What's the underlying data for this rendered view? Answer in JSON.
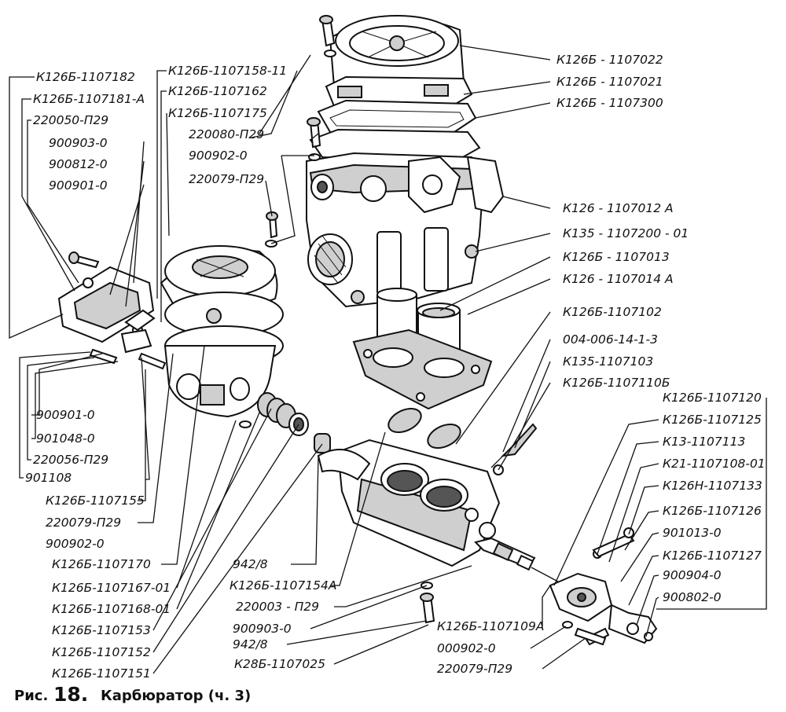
{
  "caption": {
    "prefix": "Рис.",
    "number": "18.",
    "title": "Карбюратор (ч. 3)"
  },
  "labels": [
    "К126Б-1107182",
    "К126Б-1107181-А",
    "220050-П29",
    "900903-0",
    "900812-0",
    "900901-0",
    "К126Б-1107158-11",
    "К126Б-1107162",
    "К126Б-1107175",
    "220080-П29",
    "900902-0",
    "220079-П29",
    "К126Б - 1107022",
    "К126Б - 1107021",
    "К126Б - 1107300",
    "К126 - 1107012 А",
    "К135 - 1107200 - 01",
    "К126Б - 1107013",
    "К126 - 1107014 А",
    "К126Б-1107102",
    "004-006-14-1-3",
    "К135-1107103",
    "К126Б-1107110Б",
    "К126Б-1107120",
    "К126Б-1107125",
    "К13-1107113",
    "К21-1107108-01",
    "К126Н-1107133",
    "К126Б-1107126",
    "901013-0",
    "К126Б-1107127",
    "900904-0",
    "900802-0",
    "900901-0",
    "901048-0",
    "220056-П29",
    "901108",
    "К126Б-1107155",
    "220079-П29",
    "900902-0",
    "К126Б-1107170",
    "К126Б-1107167-01",
    "К126Б-1107168-01",
    "К126Б-1107153",
    "К126Б-1107152",
    "К126Б-1107151",
    "942/8",
    "К126Б-1107154А",
    "220003 - П29",
    "900903-0",
    "942/8",
    "К28Б-1107025",
    "К126Б-1107109А",
    "000902-0",
    "220079-П29"
  ]
}
